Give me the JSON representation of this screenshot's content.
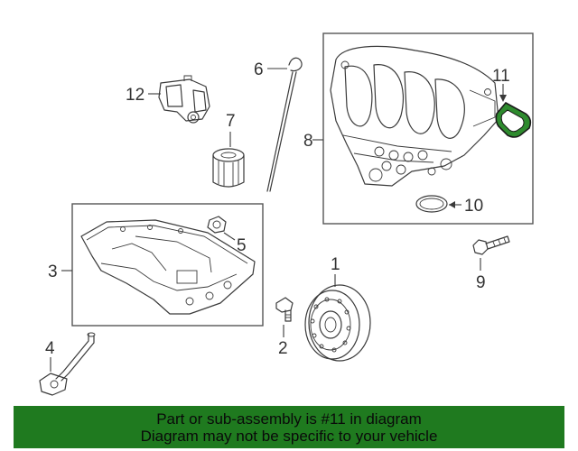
{
  "diagram": {
    "callouts": {
      "c1": "1",
      "c2": "2",
      "c3": "3",
      "c4": "4",
      "c5": "5",
      "c6": "6",
      "c7": "7",
      "c8": "8",
      "c9": "9",
      "c10": "10",
      "c11": "11",
      "c12": "12"
    },
    "highlight_part": "11",
    "highlight_color": "#1f7a1f"
  },
  "banner": {
    "line1": "Part or sub-assembly is #11 in diagram",
    "line2": "Diagram may not be specific to your vehicle",
    "background": "#1f7a1f"
  }
}
